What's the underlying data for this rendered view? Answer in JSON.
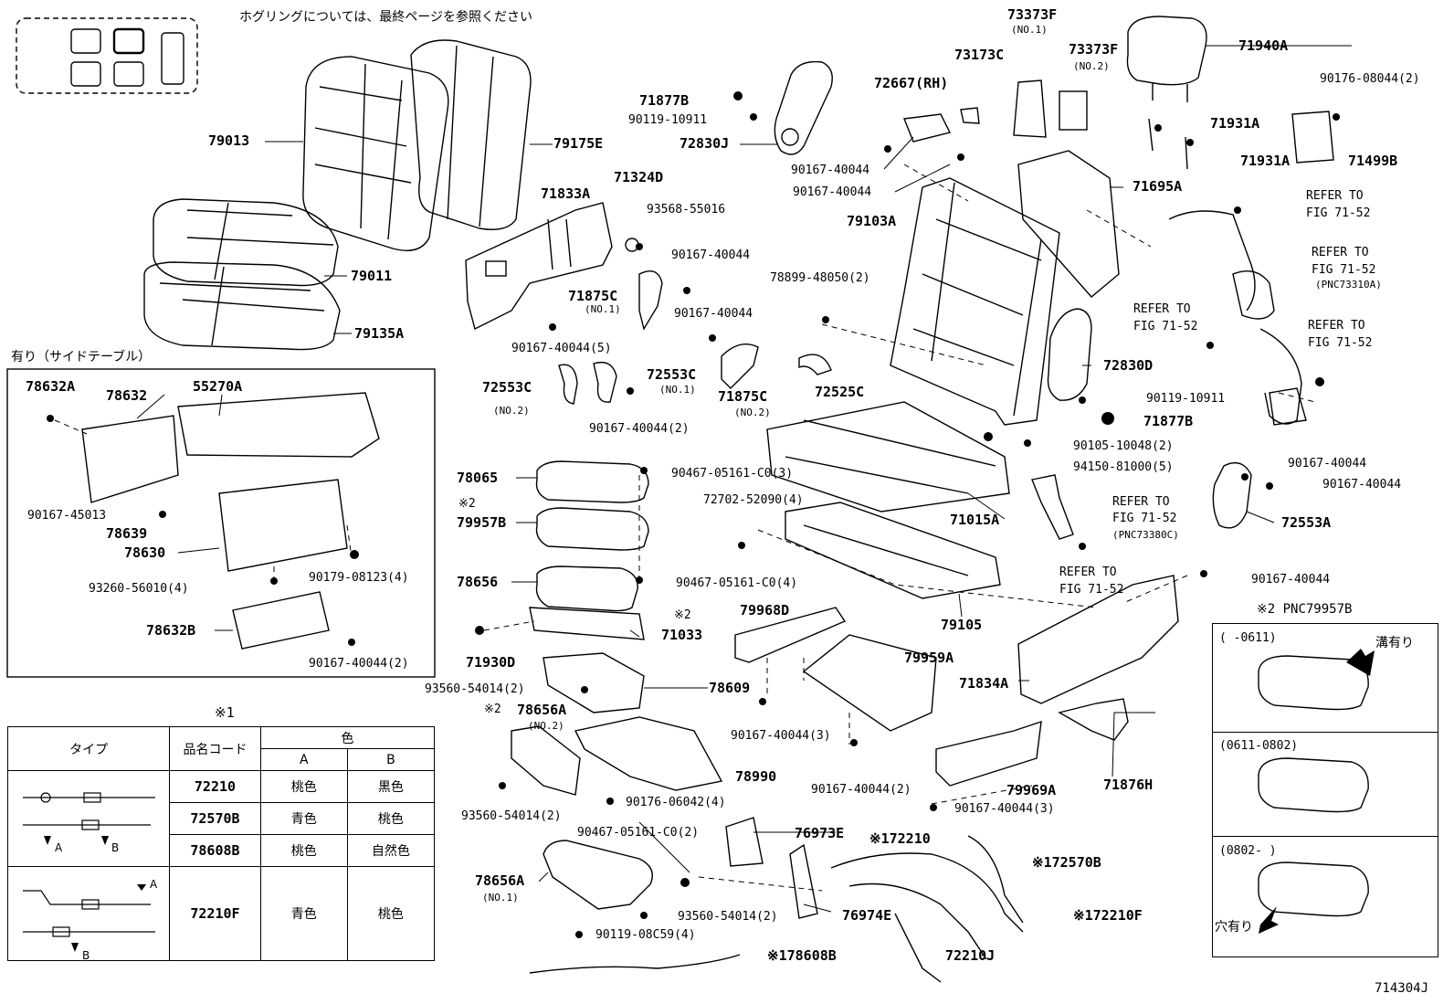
{
  "notes": {
    "top_note": "ホグリングについては、最終ページを参照ください",
    "side_table_title": "有り（サイドテーブル）",
    "mark1": "※1",
    "mark2": "※2",
    "diagram_id": "714304J"
  },
  "callouts": {
    "c79013": "79013",
    "c79175E": "79175E",
    "c79011": "79011",
    "c79135A": "79135A",
    "c71877B_top": "71877B",
    "c90119_10911_top": "90119-10911",
    "c72830J": "72830J",
    "c71324D": "71324D",
    "c71833A": "71833A",
    "c93568": "93568-55016",
    "c90167_40044_a": "90167-40044",
    "c71875C_1": "71875C",
    "c71875C_1_sub": "(NO.1)",
    "c90167_40044_b": "90167-40044",
    "c90167_40044_5": "90167-40044(5)",
    "c72553C_2": "72553C",
    "c72553C_2_sub": "(NO.2)",
    "c72553C_1": "72553C",
    "c72553C_1_sub": "(NO.1)",
    "c90167_40044_2a": "90167-40044(2)",
    "c71875C_2": "71875C",
    "c71875C_2_sub": "(NO.2)",
    "c72525C": "72525C",
    "c73373F_1": "73373F",
    "c73373F_1_sub": "(NO.1)",
    "c73173C": "73173C",
    "c73373F_2": "73373F",
    "c73373F_2_sub": "(NO.2)",
    "c72667": "72667(RH)",
    "c90167_40044_c": "90167-40044",
    "c90167_40044_d": "90167-40044",
    "c71940A": "71940A",
    "c90176_08044": "90176-08044(2)",
    "c71931A_a": "71931A",
    "c71931A_b": "71931A",
    "c71499B": "71499B",
    "c71695A": "71695A",
    "c79103A": "79103A",
    "c78899": "78899-48050(2)",
    "c72830D": "72830D",
    "c90119_10911_b": "90119-10911",
    "c71877B_b": "71877B",
    "c90105": "90105-10048(2)",
    "c94150": "94150-81000(5)",
    "c71015A": "71015A",
    "c72702": "72702-52090(4)",
    "c79105": "79105",
    "c90467_3": "90467-05161-C0(3)",
    "c90467_4": "90467-05161-C0(4)",
    "c78065": "78065",
    "c79957B": "79957B",
    "c78656": "78656",
    "c71033": "71033",
    "c71930D": "71930D",
    "c79968D": "79968D",
    "c79959A": "79959A",
    "c93560_2a": "93560-54014(2)",
    "c78609": "78609",
    "c78656A_2": "78656A",
    "c78656A_2_sub": "(NO.2)",
    "c78990": "78990",
    "c93560_2b": "93560-54014(2)",
    "c90176_06042": "90176-06042(4)",
    "c90167_40044_3a": "90167-40044(3)",
    "c90167_40044_2b": "90167-40044(2)",
    "c90167_40044_3b": "90167-40044(3)",
    "c79969A": "79969A",
    "c71876H": "71876H",
    "c71834A": "71834A",
    "c90167_40044_e": "90167-40044",
    "c90167_40044_f": "90167-40044",
    "c90167_40044_g": "90167-40044",
    "c72553A": "72553A",
    "c90467_2": "90467-05161-C0(2)",
    "c76973E": "76973E",
    "c76974E": "76974E",
    "c78656A_1": "78656A",
    "c78656A_1_sub": "(NO.1)",
    "c93560_2c": "93560-54014(2)",
    "c90119_08C59": "90119-08C59(4)",
    "c72210_m": "※172210",
    "c72570B_m": "※172570B",
    "c72210F_m": "※172210F",
    "c72210J": "72210J",
    "c78608B_m": "※178608B",
    "c78632A": "78632A",
    "c78632": "78632",
    "c55270A": "55270A",
    "c90167_45013": "90167-45013",
    "c78639": "78639",
    "c78630": "78630",
    "c93260": "93260-56010(4)",
    "c90179": "90179-08123(4)",
    "c78632B": "78632B",
    "c90167_40044_2c": "90167-40044(2)"
  },
  "refer": {
    "r1_a": "REFER TO",
    "r1_b": "FIG 71-52",
    "r2_a": "REFER TO",
    "r2_b": "FIG 71-52",
    "r2_c": "(PNC73310A)",
    "r3_a": "REFER TO",
    "r3_b": "FIG 71-52",
    "r4_a": "REFER TO",
    "r4_b": "FIG 71-52",
    "r5_a": "REFER TO",
    "r5_b": "FIG 71-52",
    "r5_c": "(PNC73380C)",
    "r6_a": "REFER TO",
    "r6_b": "FIG 71-52"
  },
  "pnc_panel": {
    "title": "※2 PNC79957B",
    "row1_range": "(      -0611)",
    "row1_note": "溝有り",
    "row2_range": "(0611-0802)",
    "row3_range": "(0802-      )",
    "row3_note": "穴有り"
  },
  "color_table": {
    "header_type": "タイプ",
    "header_code": "品名コード",
    "header_color": "色",
    "header_a": "A",
    "header_b": "B",
    "rows": [
      {
        "code": "72210",
        "a": "桃色",
        "b": "黒色"
      },
      {
        "code": "72570B",
        "a": "青色",
        "b": "桃色"
      },
      {
        "code": "78608B",
        "a": "桃色",
        "b": "自然色"
      },
      {
        "code": "72210F",
        "a": "青色",
        "b": "桃色"
      }
    ],
    "type1_a": "A",
    "type1_b": "B",
    "type2_a": "A",
    "type2_b": "B"
  }
}
